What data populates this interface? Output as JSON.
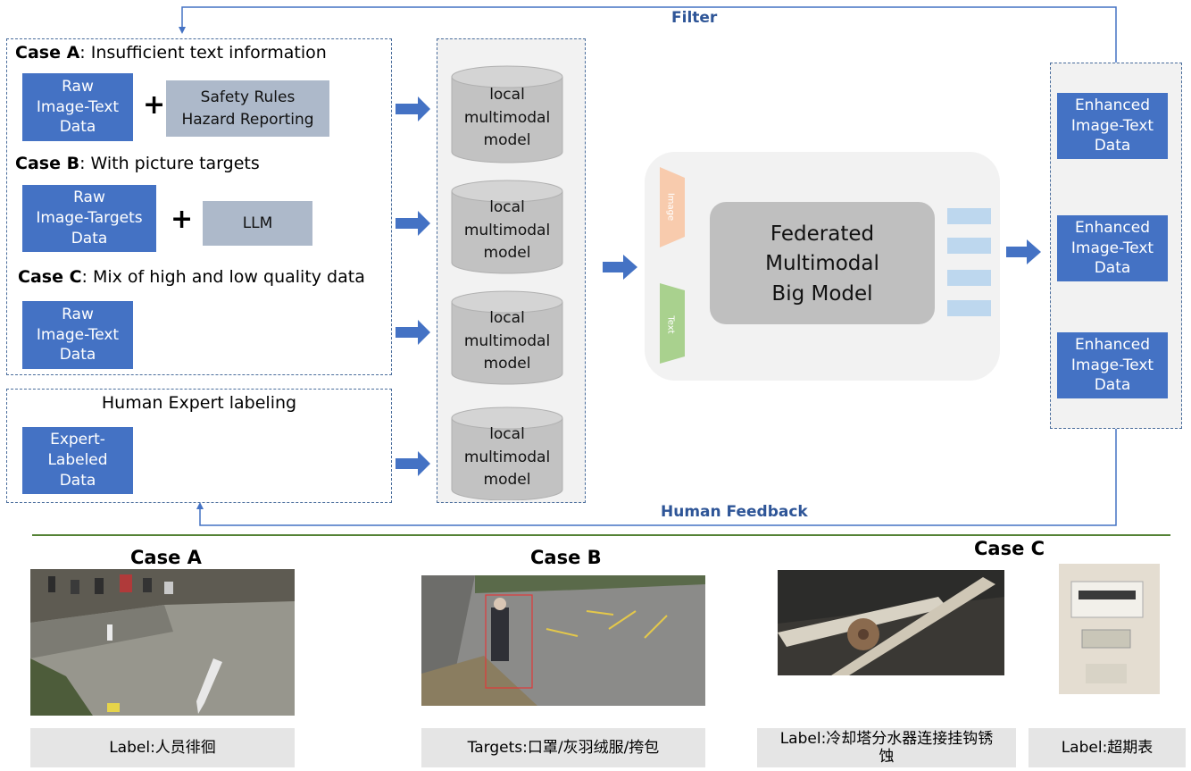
{
  "top": {
    "filter_label": "Filter",
    "feedback_label": "Human Feedback"
  },
  "cases": {
    "a": {
      "bold": "Case A",
      "rest": ": Insufficient text information",
      "raw": "Raw\nImage-Text\nData",
      "aux": "Safety Rules\nHazard Reporting"
    },
    "b": {
      "bold": "Case B",
      "rest": ": With picture targets",
      "raw": "Raw\nImage-Targets\nData",
      "aux": "LLM"
    },
    "c": {
      "bold": "Case C",
      "rest": ": Mix of high and low quality data",
      "raw": "Raw\nImage-Text\nData"
    },
    "plus": "+"
  },
  "expert": {
    "title": "Human Expert labeling",
    "data": "Expert-\nLabeled\nData"
  },
  "local_models": [
    "local\nmultimodal\nmodel",
    "local\nmultimodal\nmodel",
    "local\nmultimodal\nmodel",
    "local\nmultimodal\nmodel"
  ],
  "federated": {
    "title": "Federated\nMultimodal\nBig Model",
    "image_tag": "Image",
    "text_tag": "Text"
  },
  "enhanced": [
    "Enhanced\nImage-Text\nData",
    "Enhanced\nImage-Text\nData",
    "Enhanced\nImage-Text\nData"
  ],
  "examples": {
    "case_a": {
      "title": "Case A",
      "label": "Label:人员徘徊"
    },
    "case_b": {
      "title": "Case B",
      "label": "Targets:口罩/灰羽绒服/挎包"
    },
    "case_c": {
      "title": "Case C",
      "label1": "Label:冷却塔分水器连接挂钩锈蚀",
      "label2": "Label:超期表"
    }
  },
  "colors": {
    "data_box": "#4472c4",
    "aux_box": "#adb9ca",
    "arrow": "#4472c4",
    "separator": "#548235",
    "feedback_text": "#2e5597"
  }
}
